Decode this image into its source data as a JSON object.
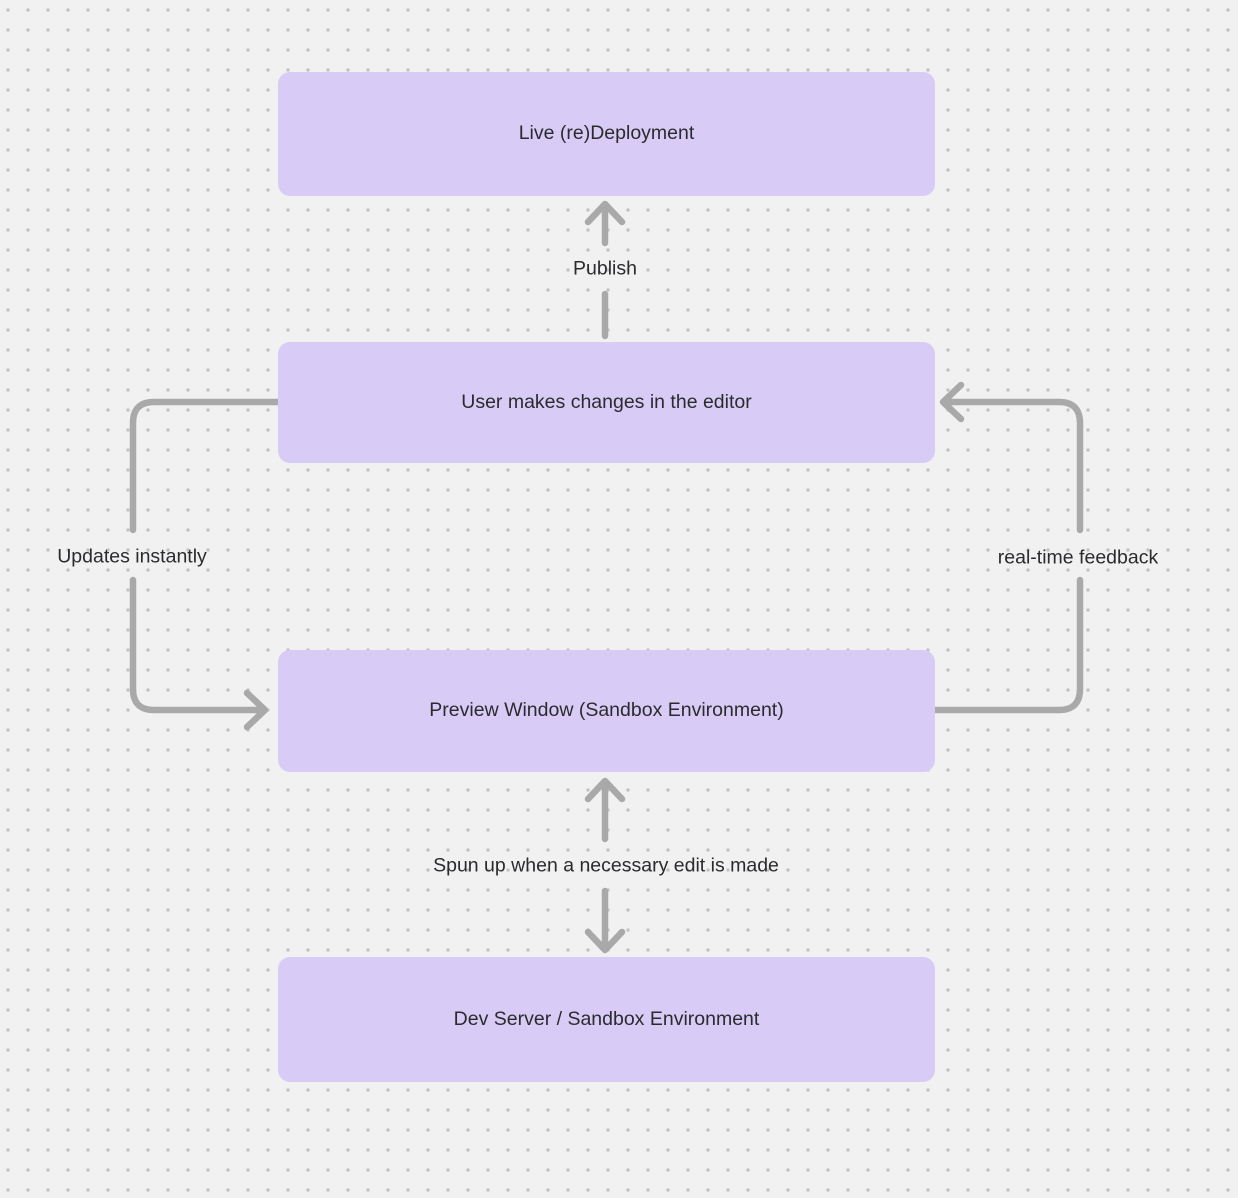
{
  "theme": {
    "canvas-bg": "#f1f1f2",
    "dot-color": "#c3c3c4",
    "node-fill": "#d8ccf7",
    "node-text": "#2b2b2e",
    "edge-color": "#a9a9aa",
    "edge-label-color": "#2b2b2e"
  },
  "nodes": [
    {
      "id": "live-redeployment",
      "label": "Live (re)Deployment"
    },
    {
      "id": "user-changes-editor",
      "label": "User makes changes in the editor"
    },
    {
      "id": "preview-window",
      "label": "Preview Window (Sandbox Environment)"
    },
    {
      "id": "dev-server",
      "label": "Dev Server / Sandbox Environment"
    }
  ],
  "edges": {
    "publish": {
      "label": "Publish",
      "from": "user-changes-editor",
      "to": "live-redeployment",
      "direction": "up"
    },
    "updates_instantly": {
      "label": "Updates instantly",
      "from": "user-changes-editor",
      "to": "preview-window",
      "direction": "left-loop-down"
    },
    "real_time_feedback": {
      "label": "real-time feedback",
      "from": "preview-window",
      "to": "user-changes-editor",
      "direction": "right-loop-up"
    },
    "spun_up": {
      "label": "Spun up when a necessary edit is made",
      "from": "preview-window",
      "to": "dev-server",
      "direction": "bidirectional"
    }
  }
}
